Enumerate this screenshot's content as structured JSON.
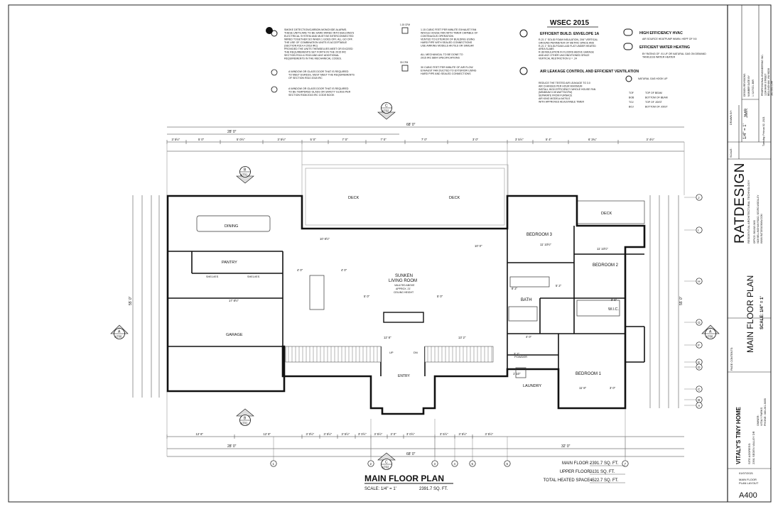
{
  "notes": {
    "smoke": [
      "SMOKE DETECTION/CARBON MONOXIDE ALARMS.",
      "THESE UNITS ARE TO BE HARD WIRED INTO BUILDING'S",
      "ELECTRICAL SYSTEM AND MUST BE INTERCONNECTED",
      "WIRED TOGETHER SO WHEN 1 GOES OFF, ALL GO OFF.",
      "THE USE OF COMBINATION UNITS IS ACCEPTABLE",
      "(SECTION R314.4 2018 IRC)",
      "PROVIDED THE UNITS THEMSELVES MEET OR EXCEED",
      "THE REQUIREMENTS SET FORTH IN THE 2015 IRC",
      "SECTION R314 & R315 AND ANY ADDITIONAL",
      "REQUIREMENTS IN THE MECHANICAL CODES."
    ],
    "window1": [
      "A WINDOW OR GLASS DOOR THAT IS REQUIRED",
      "TO MEET EGRESS, MUST MEET THE REQUIREMENTS",
      "OF SECTION R310 2018 IRC"
    ],
    "window2": [
      "A WINDOW OR GLASS DOOR THAT IS REQUIRED",
      "TO BE TEMPERED GLASS OR SAFETY GLASS PER",
      "SECTION R308 2015 IRC CODE BOOK"
    ],
    "fan1": [
      "1.15 CUBIC FEET PER MINUTE EXHAUST FAN",
      "WHOLE HOUSE FAN WITH TIMER CAPABLE OF",
      "CONTINUOUS OPERATION",
      "VENTED TO EXTERIOR OF BUILDING USING",
      "HARD PIPE WITH SEALED CONNECTIONS",
      "USE AIRKING MODELS AK70LS OR SIMILAR"
    ],
    "fan2": [
      "ALL MECHANICAL TO BE DONE TO",
      "2015 IRC 8804 SPECIFICATIONS"
    ],
    "fan3": [
      "30 CUBIC FEET PER MINUTE OF AIR FLOW",
      "EXHAUST FAN DUCTED TO EXTERIOR USING",
      "HARD PIPE AND SEALED CONNECTIONS"
    ],
    "fan_label_1": "1.15 CFM",
    "fan_label_2": "30 CFM"
  },
  "wsec": {
    "title": "WSEC 2015",
    "envelope_title": "EFFICIENT BUILD. ENVELOPE 1A",
    "envelope_lines": [
      "R-21 1\" SOLID FOAM INSULATION, 2X6\" VERTICAL",
      "GROUND-PERIMETER OF METRIC SPACE AND",
      "R-21 1\" SOLID-FOAM LAID FLAT UNDER HEATED",
      "AREA SLABS",
      "R-38 INSULATION IN FLOORS ABOVE GARAGE",
      "AND ANY OTHER UNCONDITIONED SPACE",
      "VERTICAL RESTRICTION U = .24"
    ],
    "air_title": "AIR LEAKAGE CONTROL AND EFFICIENT VENTILATION",
    "air_lines": [
      "REDUCE THE TESTED AIR LEAKAGE TO 3.0",
      "AIR CHANGES PER HOUR MAXIMUM",
      "",
      "INSTALL HIGH EFFICIENCY WHOLE HOUSE FAN",
      "(MINIMUM 0.35 WATTS/CFM)",
      "SEPARATE FROM FURNACE",
      "AIR KING MODEL# AK70LS",
      "WITH APPROVED ADJUSTABLE TIMER"
    ],
    "hvac_title": "HIGH EFFICIENCY HVAC",
    "hvac_lines": [
      "AIR SOURCE HEATPUMP W/MIN. HSPF OF 9.5"
    ],
    "water_title": "EFFICIENT WATER HEATING",
    "water_lines": [
      "BY RATING OF .91 UF OR NATURAL GAS ON DEMAND",
      "TANKLESS WATER HEATER"
    ],
    "gas_label": "NATURAL GAS HOOK UP",
    "abbrevs": [
      [
        "TOF",
        "TOP OF BEAM"
      ],
      [
        "BOB",
        "BOTTOM OF BEAM"
      ],
      [
        "TOJ",
        "TOP OF JOIST"
      ],
      [
        "BOJ",
        "BOTTOM OF JOIST"
      ]
    ]
  },
  "title_block": {
    "engineer": [
      "PROFESSIONAL ENGINEERING INC.",
      "1234 MAIN STREET",
      "BELLINGHAM, WA 98226",
      "360.555.0144"
    ],
    "revisions": [
      "DESIGN REVISIONS",
      "NUMBER   DATE   BY",
      "1  01/07/21  JMR"
    ],
    "scale_label": "SCALE:",
    "scale_value": "1/4\" = 1'",
    "drawn_label": "DRAWN BY:",
    "drawn_value": "JMR",
    "date_printed": "Tuesday, Februa 02, 2021",
    "logo": "RATDESIGN",
    "logo_sub": "RESIDENTIAL ARCHITECTURAL TECHNOLOGY",
    "office_info": [
      "OFFICE: 360.815.3450",
      "9108 BELLINGHAM ROAD, SEDRO-WOOLLEY",
      "WWW.RATDESIGNNW.COM"
    ],
    "page_contents_label": "PAGE CONTENTS:",
    "page_title": "MAIN FLOOR PLAN",
    "page_scale": "SCALE: 1/4\" = 1'",
    "project": "VITALY'S TINY HOME",
    "site_address_label": "SITE ADDRESS:",
    "site_address": "2391 SEDEN VALLEY DR",
    "owner": [
      "OWNER:",
      "VITALY PARKS",
      "PHONE: 360.261.3655"
    ],
    "date_issued": "01/07/2021",
    "sheet_desc": [
      "MAIN FLOOR",
      "PLAN LAYOUT"
    ],
    "sheet_number": "A400"
  },
  "plan": {
    "title": "MAIN FLOOR PLAN",
    "scale_caption": "SCALE: 1/4\" = 1'",
    "area_caption": "2391.7 SQ. FT.",
    "area_table": [
      {
        "label": "MAIN FLOOR",
        "value": "2391.7 SQ. FT."
      },
      {
        "label": "UPPER FLOOR",
        "value": "2131 SQ. FT."
      },
      {
        "label": "TOTAL HEATED SPACE",
        "value": "4522.7 SQ. FT."
      }
    ],
    "rooms": {
      "deck_left": "DECK",
      "deck_mid": "DECK",
      "deck_right": "DECK",
      "dining": "DINING",
      "pantry": "PANTRY",
      "shelves1": "SHELVES",
      "shelves2": "SHELVES",
      "living1": "SUNKEN",
      "living2": "LIVING ROOM",
      "living3": "VAULTED ABOVE",
      "living4": "APPROX. 21'",
      "living5": "CEILING HEIGHT",
      "garage": "GARAGE",
      "bedroom1": "BEDROOM 1",
      "bedroom2": "BEDROOM 2",
      "bedroom3": "BEDROOM 3",
      "bath": "BATH",
      "wic": "W.I.C.",
      "powder": "POWDER",
      "laundry": "LAUNDRY",
      "entry": "ENTRY",
      "up": "UP",
      "dn": "DN"
    },
    "overall_dims": {
      "top_total": "68' 0\"",
      "top_sub": "28' 0\"",
      "bottom_total": "68' 0\"",
      "bottom_sub_l": "28' 0\"",
      "bottom_sub_r": "32' 0\"",
      "left": "55' 0\"",
      "right": "55' 0\""
    },
    "top_dims": [
      "3' 5½\"",
      "5' 0\"",
      "5' 0½\"",
      "3' 5½\"",
      "5' 0\"",
      "7' 0\"",
      "7' 0\"",
      "7' 0\"",
      "3' 0\"",
      "3' 5½\"",
      "5' 4\"",
      "6' 3¾\"",
      "3' 4½\""
    ],
    "bottom_dims": [
      "12' 8\"",
      "12' 8\"",
      "3' 0½\"",
      "3' 5½\"",
      "3' 5½\"",
      "3' 0½\"",
      "3' 5½\"",
      "3' 0\"",
      "3' 0½\"",
      "3' 5½\"",
      "3' 5½\"",
      "3' 5½\""
    ],
    "inner_dims": [
      "4' 0\"",
      "10' 8½\"",
      "10' 0\"",
      "11' 10½\"",
      "11' 10½\"",
      "17' 8½\"",
      "13' 2\"",
      "12' 8\"",
      "8' 2\"",
      "5' 2\"",
      "4' 0\"",
      "9' 6\"",
      "3' 2\"",
      "1' 10\"",
      "11' 8\"",
      "5' 0\"",
      "5' 0\"",
      "3' 0\"",
      "4' 0\""
    ],
    "sections": [
      {
        "letter": "C",
        "sheet": "A702"
      },
      {
        "letter": "B",
        "sheet": "A701"
      },
      {
        "letter": "A",
        "sheet": "A700"
      },
      {
        "letter": "A",
        "sheet": "A700"
      },
      {
        "letter": "B",
        "sheet": "A701"
      },
      {
        "letter": "C",
        "sheet": "A702"
      }
    ],
    "grid": [
      "J",
      "I",
      "H",
      "G",
      "F",
      "E",
      "D",
      "C",
      "B",
      "A"
    ],
    "bottom_grid": [
      "1",
      "2",
      "3",
      "4",
      "5",
      "6",
      "7"
    ]
  }
}
